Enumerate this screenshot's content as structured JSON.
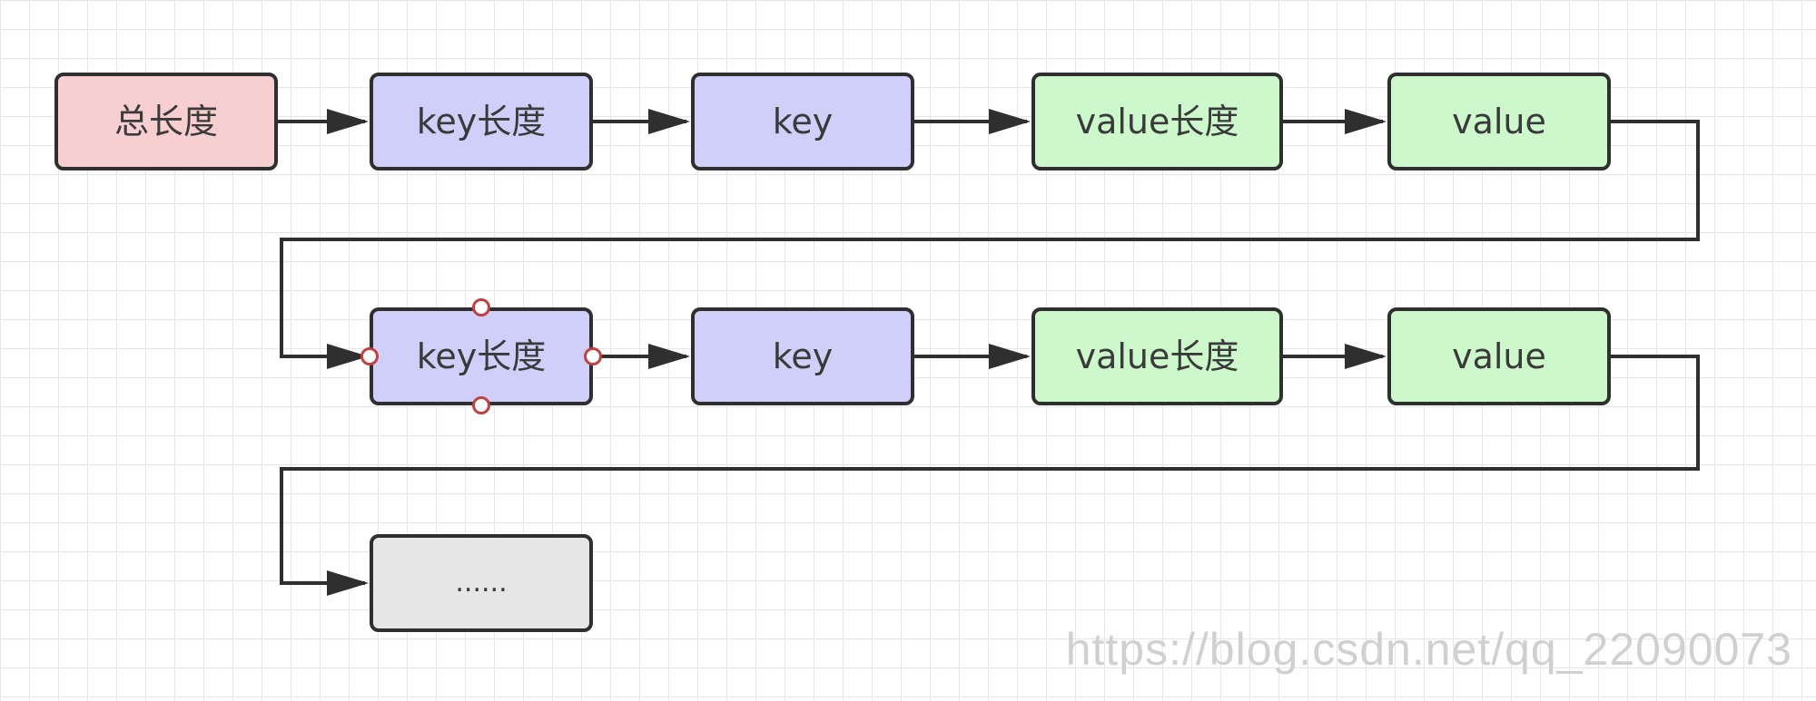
{
  "nodes": {
    "total_length": "总长度",
    "r1_key_length": "key长度",
    "r1_key": "key",
    "r1_value_length": "value长度",
    "r1_value": "value",
    "r2_key_length": "key长度",
    "r2_key": "key",
    "r2_value_length": "value长度",
    "r2_value": "value",
    "ellipsis": "......"
  },
  "colors": {
    "total_length_fill": "#f8cfd0",
    "key_fill": "#cfcff9",
    "value_fill": "#ccf8cb",
    "ellipsis_fill": "#e6e6e6",
    "stroke": "#2f2f2f",
    "selection_handle": "#c24040"
  },
  "selected_node": "r2_key_length",
  "watermark": "https://blog.csdn.net/qq_22090073"
}
